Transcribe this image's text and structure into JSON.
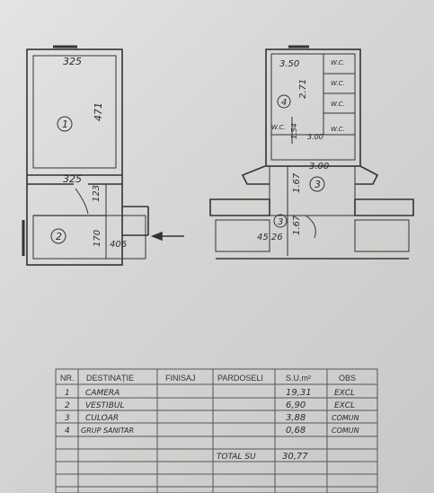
{
  "plan_left": {
    "dims": {
      "top_width": "325",
      "height_1": "471",
      "mid_width": "325",
      "height_123": "123",
      "height_170": "170",
      "width_406": "406"
    },
    "room_labels": {
      "room1": "1",
      "room2": "2"
    }
  },
  "plan_right": {
    "dims": {
      "w350": "3.50",
      "h271": "2.71",
      "d154": "1.54",
      "d300a": "3.00",
      "d300b": "3.00",
      "h167a": "1.67",
      "h167b": "1.67",
      "w4526": "45.26"
    },
    "wc_labels": [
      "W.C.",
      "W.C.",
      "W.C.",
      "W.C.",
      "W.C."
    ],
    "room_labels": {
      "room4": "4",
      "room3a": "3",
      "room3b": "3"
    }
  },
  "table": {
    "headers": [
      "NR.",
      "DESTINAȚIE",
      "FINISAJ",
      "PARDOSELI",
      "S.U.m²",
      "OBS"
    ],
    "rows": [
      {
        "nr": "1",
        "dest": "CAMERA",
        "area": "19,31",
        "obs": "EXCL"
      },
      {
        "nr": "2",
        "dest": "VESTIBUL",
        "area": "6,90",
        "obs": "EXCL"
      },
      {
        "nr": "3",
        "dest": "CULOAR",
        "area": "3,88",
        "obs": "COMUN"
      },
      {
        "nr": "4",
        "dest": "GRUP SANITAR",
        "area": "0,68",
        "obs": "COMUN"
      }
    ],
    "total_label": "TOTAL SU",
    "total_value": "30,77"
  }
}
